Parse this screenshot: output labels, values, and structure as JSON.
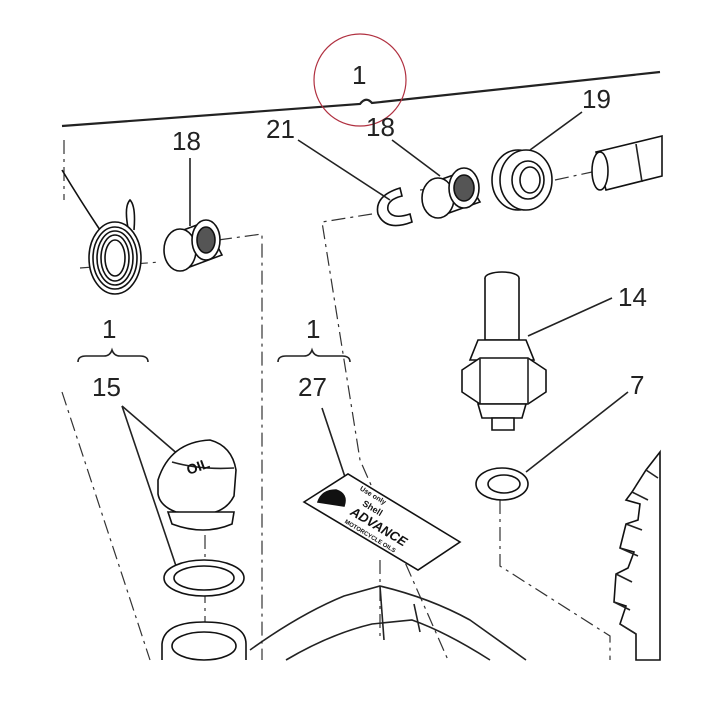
{
  "diagram": {
    "labels": {
      "top_group": "1",
      "spring_bearing": "18",
      "clip": "21",
      "bearing_mid": "18",
      "seal": "19",
      "sensor": "14",
      "washer": "7",
      "group_left": "1",
      "filler_cap": "15",
      "group_mid": "1",
      "decal": "27"
    },
    "cap_text": "OIL",
    "decal_text": {
      "line1": "Use only",
      "brand": "Shell",
      "product": "ADVANCE",
      "subtitle": "MOTORCYCLE OILS"
    },
    "colors": {
      "line": "#222222",
      "highlight_circle": "#b03040",
      "background": "#ffffff"
    }
  }
}
